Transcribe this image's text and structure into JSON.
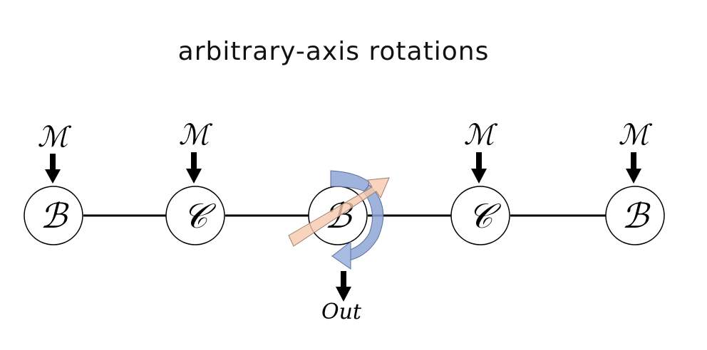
{
  "title": "arbitrary-axis rotations",
  "nodes": [
    {
      "label": "ℬ",
      "input_label": "ℳ"
    },
    {
      "label": "𝒞",
      "input_label": "ℳ"
    },
    {
      "label": "ℬ",
      "output_label": "Out"
    },
    {
      "label": "𝒞",
      "input_label": "ℳ"
    },
    {
      "label": "ℬ",
      "input_label": "ℳ"
    }
  ],
  "colors": {
    "line": "#000000",
    "node_stroke": "#000000",
    "rotation_blue": "#8fa6d6",
    "rotation_blue_dark": "#5a6f9c",
    "rotation_orange": "#f6c8ae",
    "rotation_orange_stroke": "#a07e6a"
  }
}
